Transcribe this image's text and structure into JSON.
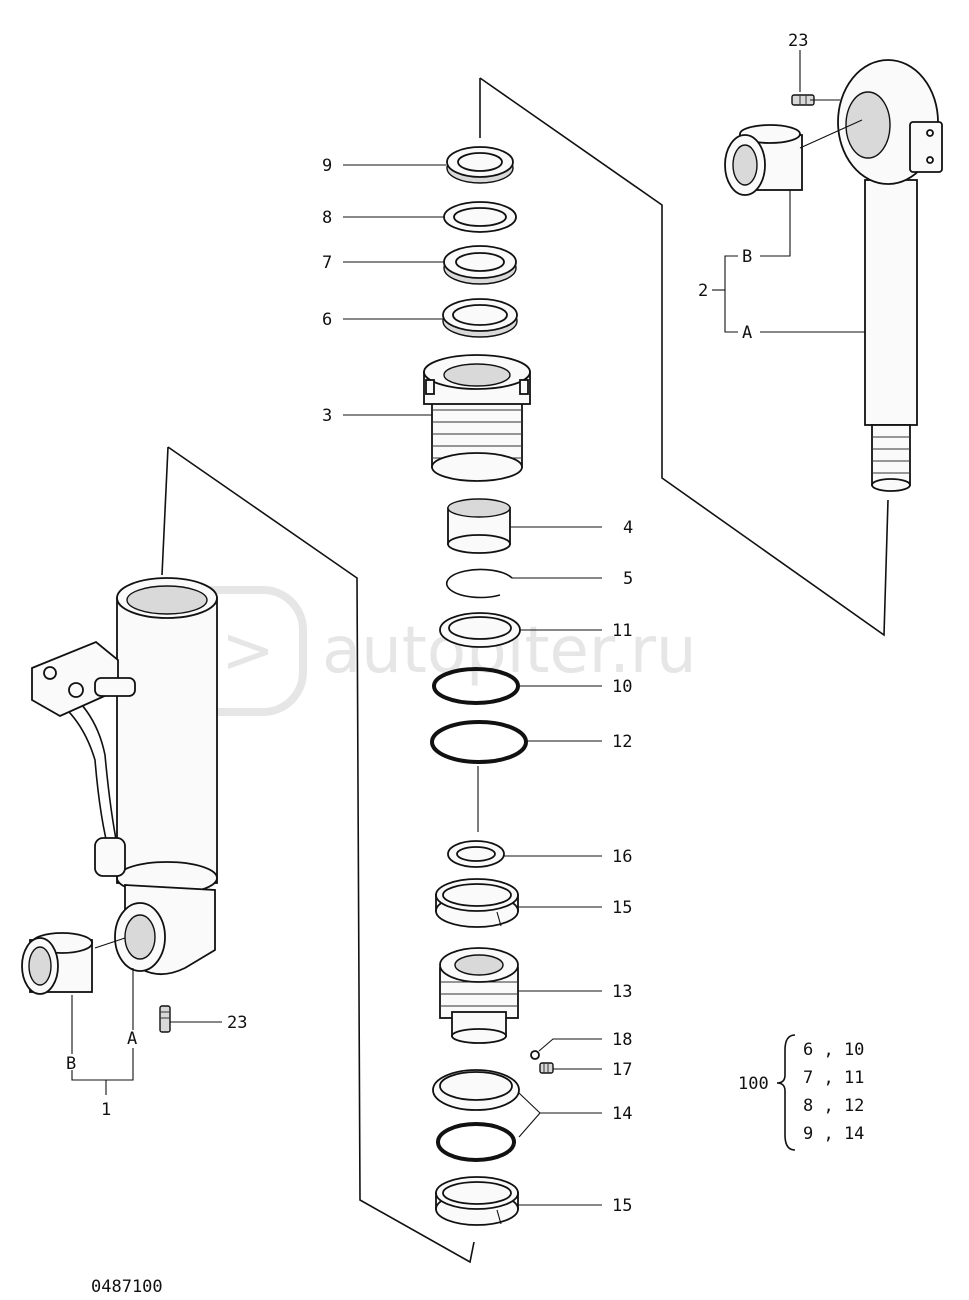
{
  "watermark": {
    "text": "autopiter.ru"
  },
  "drawing_code": "0487100",
  "callouts": {
    "c9": "9",
    "c8": "8",
    "c7": "7",
    "c6": "6",
    "c3": "3",
    "c4": "4",
    "c5": "5",
    "c11": "11",
    "c10": "10",
    "c12": "12",
    "c16": "16",
    "c15a": "15",
    "c13": "13",
    "c18": "18",
    "c17": "17",
    "c14": "14",
    "c15b": "15",
    "c23_top": "23",
    "c2": "2",
    "c2B": "B",
    "c2A": "A",
    "c23_bottom": "23",
    "c1A": "A",
    "c1B": "B",
    "c1": "1"
  },
  "kit": {
    "number": "100",
    "rows": [
      "6 , 10",
      "7 , 11",
      "8 , 12",
      "9 , 14"
    ]
  }
}
